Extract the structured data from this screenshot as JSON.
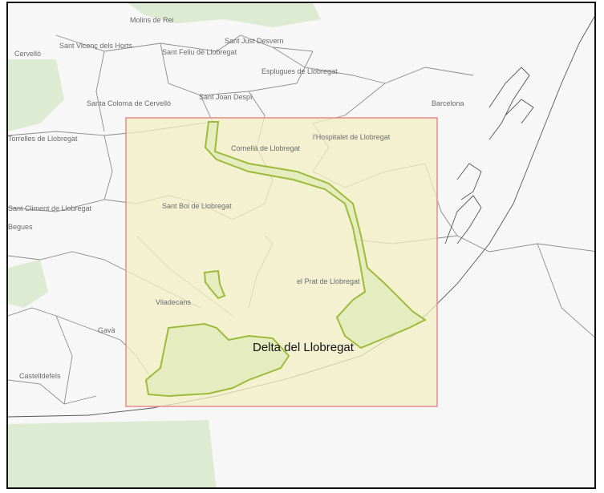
{
  "map": {
    "protected_area": {
      "label": "Delta del Llobregat",
      "fill_color": "#e9efc6",
      "outline_color": "#9dbb3a"
    },
    "study_box": {
      "border_color": "#e58a8a",
      "fill_color": "#f5f2c8"
    },
    "towns": [
      {
        "id": "molins",
        "name": "Molins de Rei"
      },
      {
        "id": "sant-vicenc",
        "name": "Sant Vicenç dels Horts"
      },
      {
        "id": "sant-just",
        "name": "Sant Just Desvern"
      },
      {
        "id": "cervello",
        "name": "Cervelló"
      },
      {
        "id": "sant-feliu",
        "name": "Sant Feliu de Llobregat"
      },
      {
        "id": "esplugues",
        "name": "Esplugues de Llobregat"
      },
      {
        "id": "santa-coloma",
        "name": "Santa Coloma de Cervelló"
      },
      {
        "id": "sant-joan",
        "name": "Sant Joan Despí"
      },
      {
        "id": "barcelona",
        "name": "Barcelona"
      },
      {
        "id": "torrelles",
        "name": "Torrelles de Llobregat"
      },
      {
        "id": "cornella",
        "name": "Cornellà de Llobregat"
      },
      {
        "id": "hospitalet",
        "name": "l'Hospitalet de Llobregat"
      },
      {
        "id": "sant-climent",
        "name": "Sant Climent de Llobregat"
      },
      {
        "id": "sant-boi",
        "name": "Sant Boi de Llobregat"
      },
      {
        "id": "begues",
        "name": "Begues"
      },
      {
        "id": "el-prat",
        "name": "el Prat de Llobregat"
      },
      {
        "id": "viladecans",
        "name": "Viladecans"
      },
      {
        "id": "gava",
        "name": "Gavà"
      },
      {
        "id": "castelldefels",
        "name": "Castelldefels"
      }
    ],
    "colors": {
      "sea": "#f6f7f6",
      "boundary": "#8c8c8c",
      "forest": "#d9e8cf"
    }
  }
}
